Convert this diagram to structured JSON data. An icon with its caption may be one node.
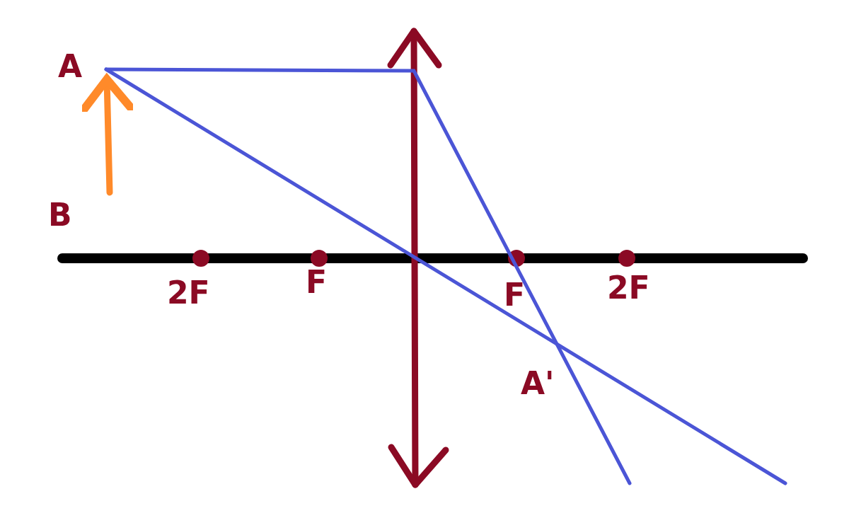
{
  "diagram": {
    "labels": [
      "A",
      "B",
      "2F",
      "F",
      "F",
      "2F",
      "A'"
    ]
  }
}
